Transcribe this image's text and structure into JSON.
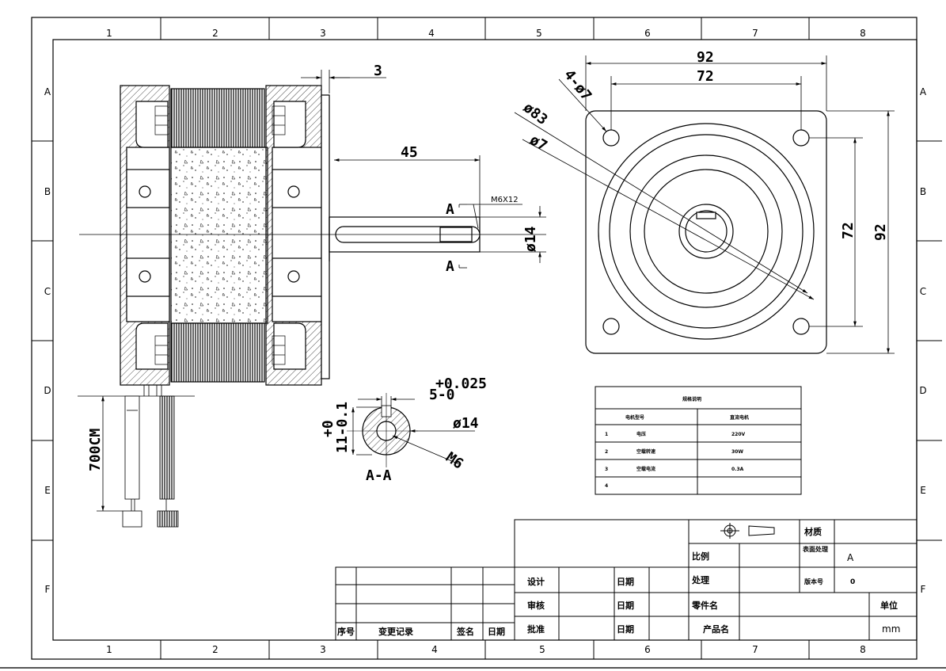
{
  "frame": {
    "col_numbers": [
      "1",
      "2",
      "3",
      "4",
      "5",
      "6",
      "7",
      "8"
    ],
    "row_letters": [
      "A",
      "B",
      "C",
      "D",
      "E",
      "F"
    ]
  },
  "side_view": {
    "dim_flange_thickness": "3",
    "dim_shaft_length": "45",
    "thread_label": "M6X12",
    "shaft_diameter": "ø14",
    "section_marker": "A",
    "lead_length": "700CM"
  },
  "front_view": {
    "dim_outer_width": "92",
    "dim_hole_spacing_h": "72",
    "dim_hole_spacing_v": "72",
    "dim_outer_height": "92",
    "hole_callout": "4-ø7",
    "pcd_callout": "ø83",
    "pilot_callout": "ø7"
  },
  "section_view": {
    "key_width": "5-0",
    "key_tolerance": "+0.025",
    "key_depth": "11-0.1",
    "key_depth_tol": "+0",
    "shaft_dia": "ø14",
    "thread": "M6",
    "title": "A-A"
  },
  "spec_table": {
    "title": "规格说明",
    "headers": [
      "电机型号",
      "直流电机"
    ],
    "rows": [
      {
        "no": "1",
        "name": "电压",
        "value": "220V"
      },
      {
        "no": "2",
        "name": "空载转速",
        "value": "30W"
      },
      {
        "no": "3",
        "name": "空载电流",
        "value": "0.3A"
      },
      {
        "no": "4",
        "name": "",
        "value": ""
      }
    ]
  },
  "revision_block": {
    "col_no": "序号",
    "col_record": "变更记录",
    "col_sign": "签名",
    "col_date": "日期"
  },
  "title_block": {
    "design": "设计",
    "review": "审核",
    "approve": "批准",
    "date": "日期",
    "scale": "比例",
    "process": "处理",
    "part_name": "零件名",
    "product_name": "产品名",
    "material": "材质",
    "surface": "表面处理",
    "surface_value": "A",
    "version_label": "版本号",
    "version_value": "0",
    "unit_label": "单位",
    "unit_value": "mm"
  }
}
